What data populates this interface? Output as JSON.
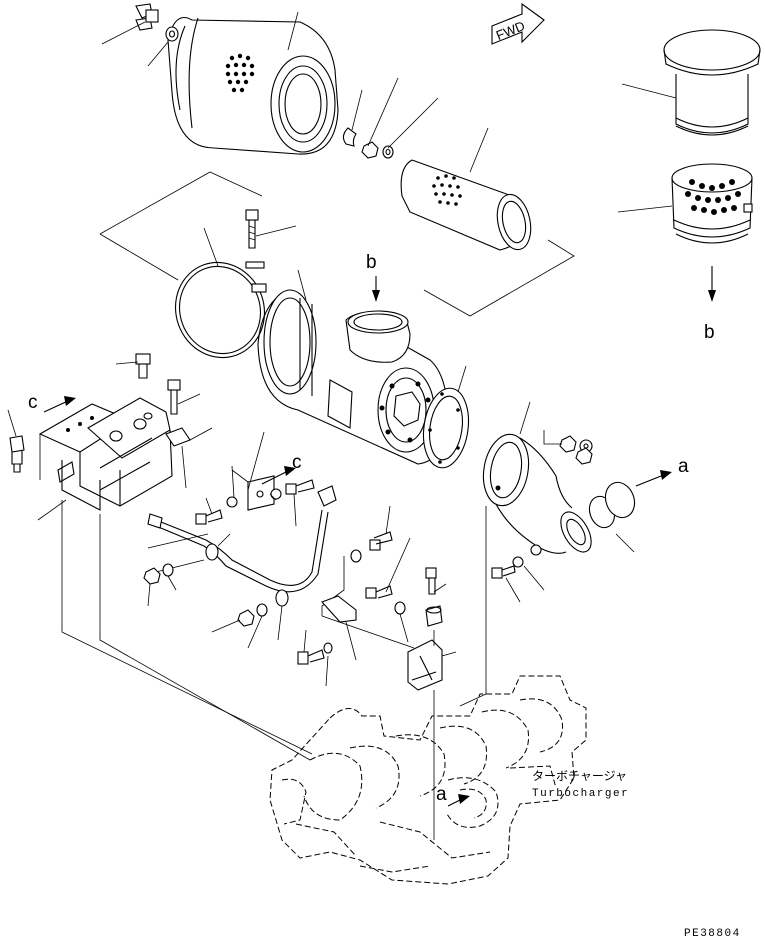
{
  "diagram": {
    "fwd_label": "FWD",
    "ref_labels": {
      "a_right": "a",
      "a_lower": "a",
      "b_top": "b",
      "b_right": "b",
      "c_left": "c",
      "c_mid": "c"
    },
    "turbocharger_jp": "ターボチャージャ",
    "turbocharger_en": "Turbocharger",
    "drawing_number": "PE38804"
  }
}
